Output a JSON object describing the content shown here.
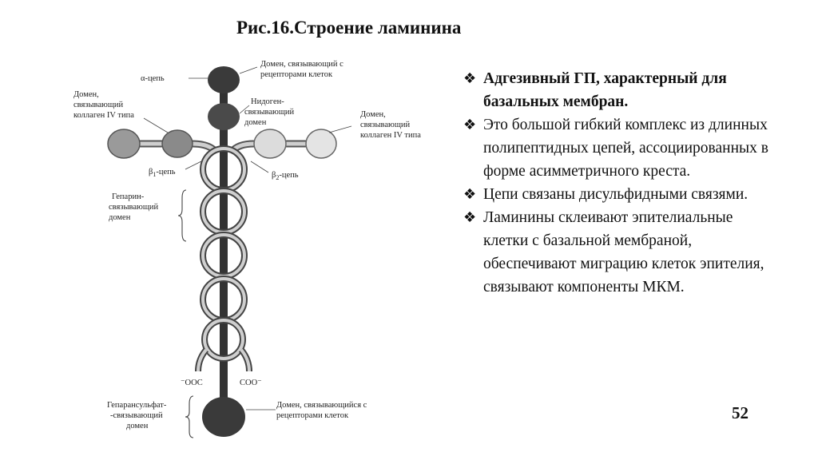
{
  "title": "Рис.16.Строение ламинина",
  "page_number": "52",
  "bullets": [
    {
      "text": "Адгезивный ГП, характерный для базальных мембран.",
      "bold": true
    },
    {
      "text": "Это большой гибкий комплекс из длинных полипептидных цепей, ассоциированных в форме асимметричного креста.",
      "bold": false
    },
    {
      "text": "Цепи связаны дисульфидными связями.",
      "bold": false
    },
    {
      "text": "Ламинины склеивают эпителиальные клетки с базальной мембраной, обеспечивают миграцию клеток эпителия, связывают компоненты МКМ.",
      "bold": false
    }
  ],
  "bullet_icon": "diamond-bullet-icon",
  "diagram": {
    "alpha_chain": "α-цепь",
    "beta1_chain": "β",
    "beta1_sub": "1",
    "beta1_suffix": "-цепь",
    "beta2_chain": "β",
    "beta2_sub": "2",
    "beta2_suffix": "-цепь",
    "receptor_domain_top": [
      "Домен, связывающий с",
      "рецепторами клеток"
    ],
    "nidogen_domain": [
      "Нидоген-",
      "связывающий",
      "домен"
    ],
    "collagen_domain_left": [
      "Домен,",
      "связывающий",
      "коллаген IV типа"
    ],
    "collagen_domain_right": [
      "Домен,",
      "связывающий",
      "коллаген IV типа"
    ],
    "heparin_domain": [
      "Гепарин-",
      "связывающий",
      "домен"
    ],
    "coo_left": "⁻OOC",
    "coo_right": "COO⁻",
    "heparansulfate_domain": [
      "Гепарансульфат-",
      "-связывающий",
      "домен"
    ],
    "receptor_domain_bottom": [
      "Домен, связывающийся с",
      "рецепторами клеток"
    ]
  }
}
